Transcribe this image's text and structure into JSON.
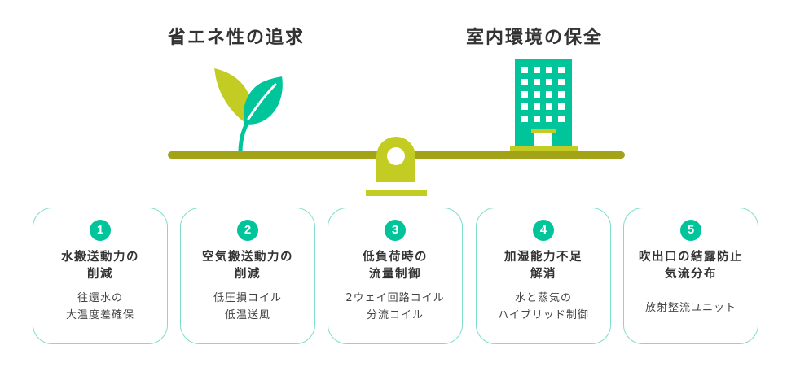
{
  "headings": {
    "left": "省エネ性の追求",
    "right": "室内環境の保全"
  },
  "colors": {
    "accent_green": "#00c49a",
    "olive": "#a3a317",
    "lime": "#c2cc22",
    "card_border": "#7fdccb"
  },
  "icons": {
    "plant": "sprout-icon",
    "building": "building-icon",
    "balance": "seesaw-icon"
  },
  "cards": [
    {
      "number": "1",
      "title": "水搬送動力の\n削減",
      "description": "往還水の\n大温度差確保"
    },
    {
      "number": "2",
      "title": "空気搬送動力の\n削減",
      "description": "低圧損コイル\n低温送風"
    },
    {
      "number": "3",
      "title": "低負荷時の\n流量制御",
      "description": "2ウェイ回路コイル\n分流コイル"
    },
    {
      "number": "4",
      "title": "加湿能力不足\n解消",
      "description": "水と蒸気の\nハイブリッド制御"
    },
    {
      "number": "5",
      "title": "吹出口の結露防止\n気流分布",
      "description": "放射整流ユニット"
    }
  ]
}
